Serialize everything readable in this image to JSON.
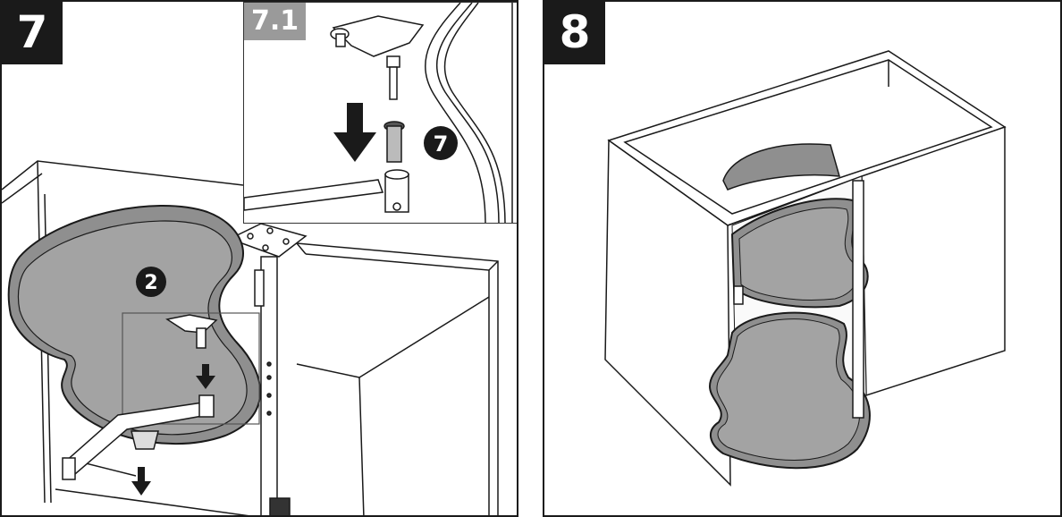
{
  "steps": {
    "step7": {
      "label": "7"
    },
    "inset": {
      "label": "7.1"
    },
    "step8": {
      "label": "8"
    }
  },
  "callouts": {
    "shelf_part": "2",
    "pivot_part": "7"
  },
  "colors": {
    "ink": "#1a1a1a",
    "shelf_fill": "#9b9b9b",
    "inset_badge": "#9a9a9a",
    "paper": "#ffffff"
  }
}
